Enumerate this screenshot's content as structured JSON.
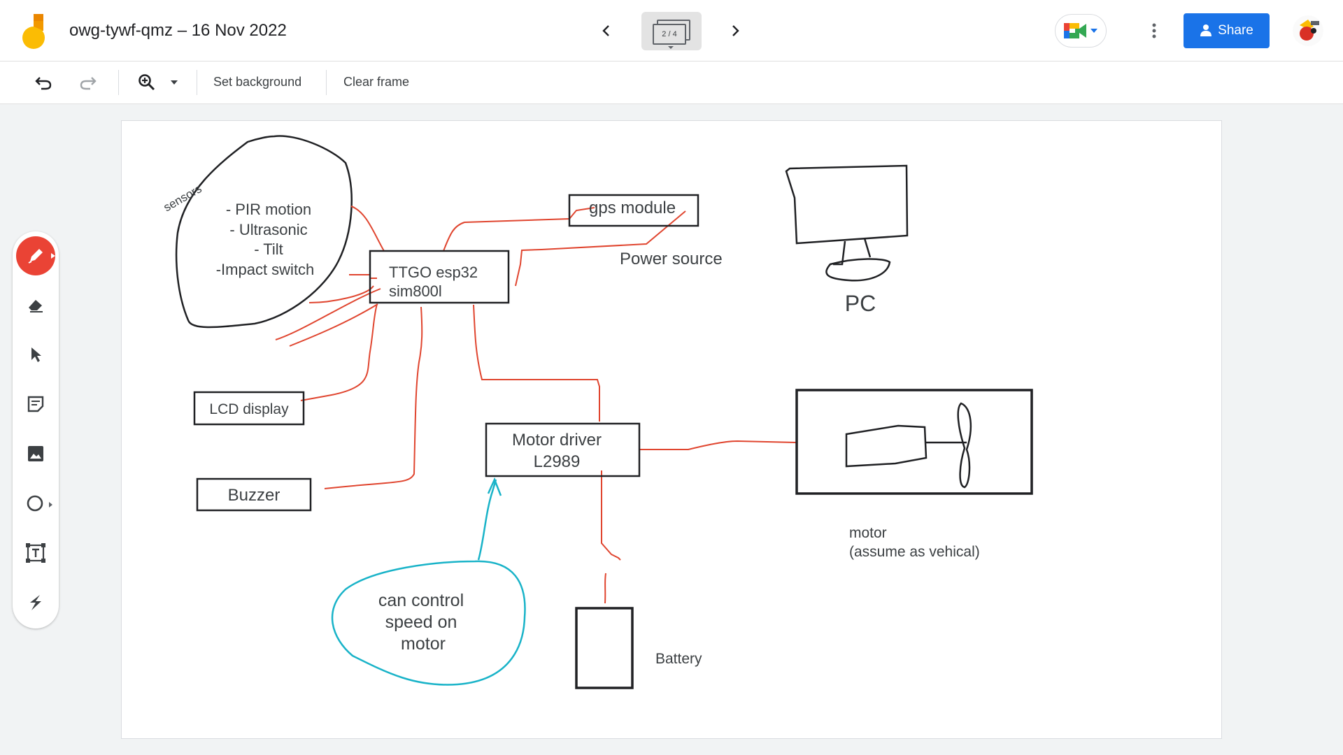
{
  "header": {
    "doc_title": "owg-tywf-qmz – 16 Nov 2022",
    "frame_indicator": "2 / 4",
    "share_label": "Share"
  },
  "toolbar": {
    "set_background": "Set background",
    "clear_frame": "Clear frame"
  },
  "canvas": {
    "sensors_label": "sensors",
    "sensor_list": [
      "- PIR motion",
      "- Ultrasonic",
      "- Tilt",
      "-Impact switch"
    ],
    "controller_line1": "TTGO esp32",
    "controller_line2": "sim800l",
    "gps": "gps module",
    "power_source": "Power source",
    "pc": "PC",
    "lcd": "LCD display",
    "buzzer": "Buzzer",
    "motor_driver_line1": "Motor driver",
    "motor_driver_line2": "L2989",
    "motor_line1": "motor",
    "motor_line2": "(assume as vehical)",
    "note_lines": [
      "can control",
      "speed on",
      "motor"
    ],
    "battery": "Battery"
  },
  "colors": {
    "accent_blue": "#1a73e8",
    "active_tool": "#ea4335",
    "wire_red": "#e0452f",
    "note_cyan": "#19b3c8"
  },
  "icons": {
    "tools": [
      "pen-icon",
      "eraser-icon",
      "select-icon",
      "sticky-note-icon",
      "image-icon",
      "circle-icon",
      "text-box-icon",
      "laser-icon"
    ]
  }
}
